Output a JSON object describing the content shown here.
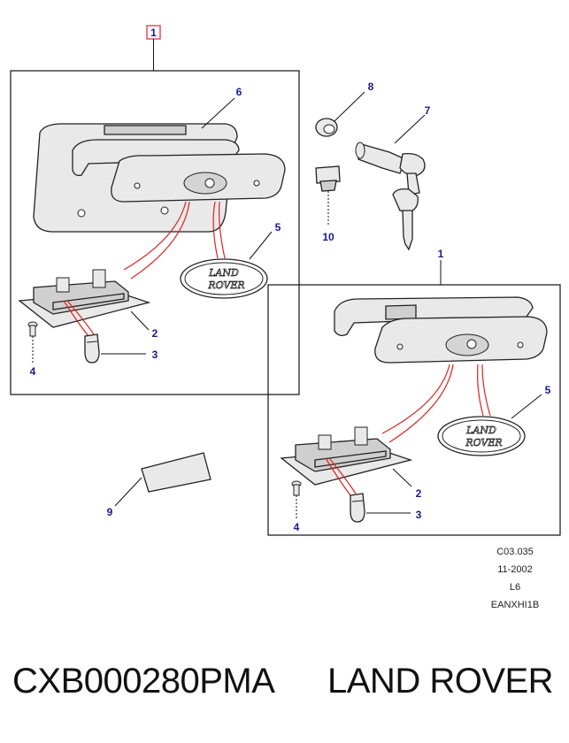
{
  "diagram": {
    "top_callout": "1",
    "callouts": {
      "c1_right": "1",
      "c2_left": "2",
      "c2_right": "2",
      "c3_left": "3",
      "c3_right": "3",
      "c4_left": "4",
      "c4_right": "4",
      "c5_left": "5",
      "c5_right": "5",
      "c6": "6",
      "c7": "7",
      "c8": "8",
      "c9": "9",
      "c10": "10"
    },
    "badge_text": {
      "line1": "LAND",
      "line2": "ROVER"
    },
    "colors": {
      "callout": "#1a1a8c",
      "wire": "#dd2222",
      "highlight_box": "#e05060"
    }
  },
  "meta": {
    "ref": "C03.035",
    "date": "11-2002",
    "code": "L6",
    "drawing_id": "EANXHI1B"
  },
  "caption": {
    "part_number": "CXB000280PMA",
    "brand": "LAND ROVER"
  }
}
